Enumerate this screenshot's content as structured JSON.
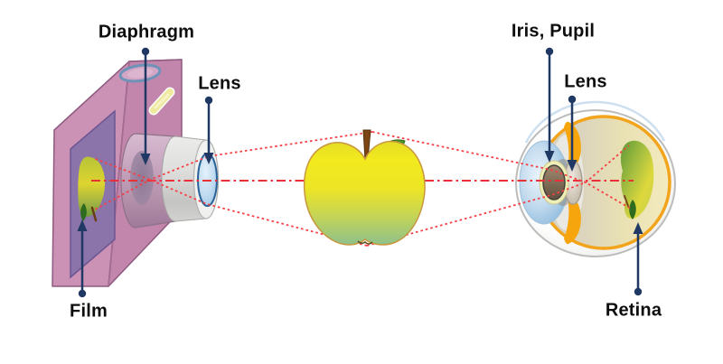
{
  "labels": {
    "diaphragm": "Diaphragm",
    "camera_lens": "Lens",
    "film": "Film",
    "iris_pupil": "Iris, Pupil",
    "eye_lens": "Lens",
    "retina": "Retina"
  },
  "colors": {
    "background": "#ffffff",
    "label_text": "#0d0d0d",
    "annotation_arrow": "#1f3864",
    "light_ray": "#f54046",
    "optical_axis": "#ea2f37",
    "camera_body_pink": "#c285ab",
    "camera_side_pink": "#cb92b6",
    "film_window_purple": "#8b74aa",
    "camera_lens_blue": "#a8cde9",
    "flash_yellow": "#efe9a0",
    "apple_yellow": "#eee525",
    "apple_green": "#8ec18b",
    "apple_leaf_green": "#3f8f1f",
    "eye_choroid_orange": "#f2a41c",
    "eye_interior_cream": "#e9e1b2",
    "cornea_blue": "#9cc3e2",
    "pupil_brown": "#8a7a68"
  }
}
